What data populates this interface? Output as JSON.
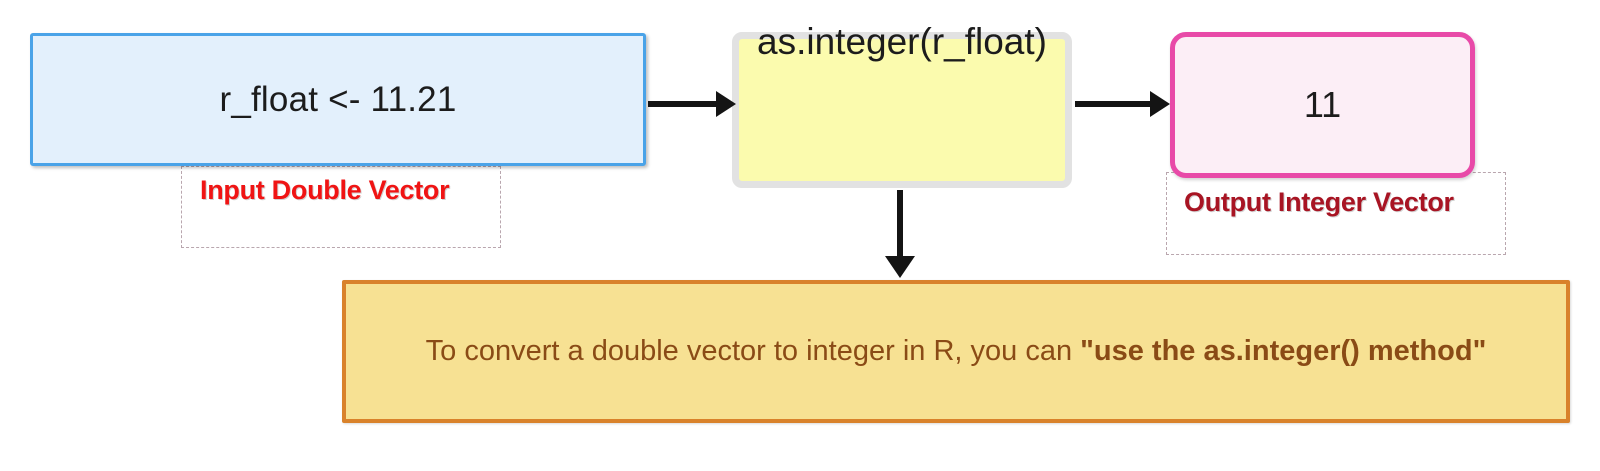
{
  "diagram": {
    "nodes": {
      "input": {
        "text": "r_float <- 11.21",
        "caption": "Input Double Vector",
        "fill": "#e3f0fc",
        "border": "#4aa3e8",
        "caption_color": "#f01414"
      },
      "process": {
        "text": "as.integer(r_float)",
        "fill": "#fbfbae",
        "border": "#e2e2e2"
      },
      "output": {
        "text": "11",
        "caption": "Output Integer Vector",
        "fill": "#fceef6",
        "border": "#e84aa8",
        "caption_color": "#a81423"
      },
      "note": {
        "text_prefix": "To convert a double vector to integer in R, you can ",
        "text_emphasis": "\"use the as.integer() method\"",
        "fill": "#f7e193",
        "border": "#d9822b",
        "text_color": "#8a4b16"
      }
    },
    "edges": [
      {
        "name": "input-to-process",
        "direction": "right"
      },
      {
        "name": "process-to-output",
        "direction": "right"
      },
      {
        "name": "process-to-note",
        "direction": "down"
      }
    ]
  }
}
